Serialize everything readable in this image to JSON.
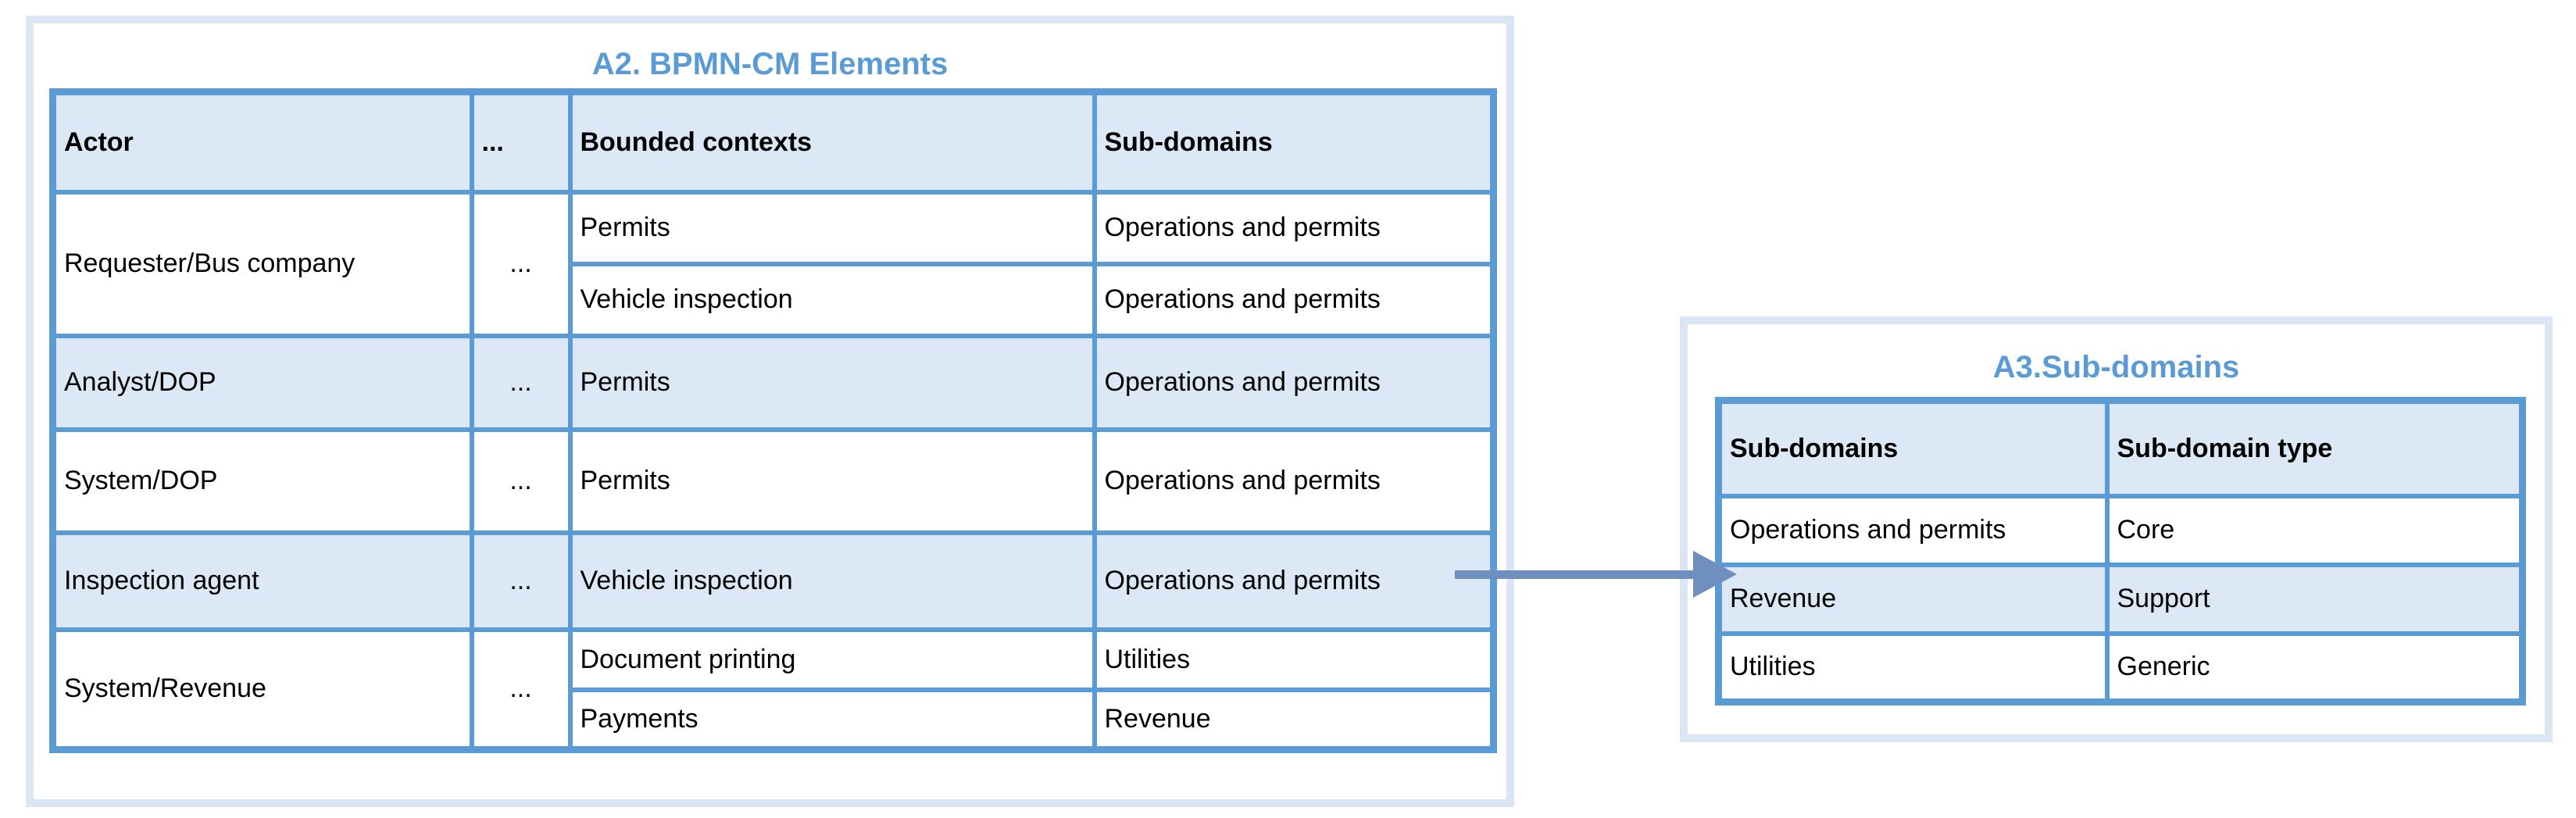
{
  "colors": {
    "border_blue": "#5b9bd5",
    "band_fill": "#dce8f5",
    "container_border": "#dae6f3",
    "title_blue": "#5b9bd5",
    "arrow_color": "#6f8fbf",
    "text_color": "#000000"
  },
  "left_panel": {
    "title": "A2. BPMN-CM Elements",
    "table": {
      "headers": [
        "Actor",
        "...",
        "Bounded contexts",
        "Sub-domains"
      ],
      "rows": [
        {
          "actor": "Requester/Bus company",
          "more": "...",
          "entries": [
            {
              "bounded_context": "Permits",
              "sub_domain": "Operations and permits"
            },
            {
              "bounded_context": "Vehicle inspection",
              "sub_domain": "Operations and permits"
            }
          ]
        },
        {
          "actor": "Analyst/DOP",
          "more": "...",
          "entries": [
            {
              "bounded_context": "Permits",
              "sub_domain": "Operations and permits"
            }
          ]
        },
        {
          "actor": "System/DOP",
          "more": "...",
          "entries": [
            {
              "bounded_context": "Permits",
              "sub_domain": "Operations and permits"
            }
          ]
        },
        {
          "actor": "Inspection agent",
          "more": "...",
          "entries": [
            {
              "bounded_context": "Vehicle inspection",
              "sub_domain": "Operations and permits"
            }
          ]
        },
        {
          "actor": "System/Revenue",
          "more": "...",
          "entries": [
            {
              "bounded_context": "Document printing",
              "sub_domain": "Utilities"
            },
            {
              "bounded_context": "Payments",
              "sub_domain": "Revenue"
            }
          ]
        }
      ]
    }
  },
  "right_panel": {
    "title": "A3.Sub-domains",
    "table": {
      "headers": [
        "Sub-domains",
        "Sub-domain type"
      ],
      "rows": [
        {
          "sub_domain": "Operations and permits",
          "type": "Core"
        },
        {
          "sub_domain": "Revenue",
          "type": "Support"
        },
        {
          "sub_domain": "Utilities",
          "type": "Generic"
        }
      ]
    }
  }
}
